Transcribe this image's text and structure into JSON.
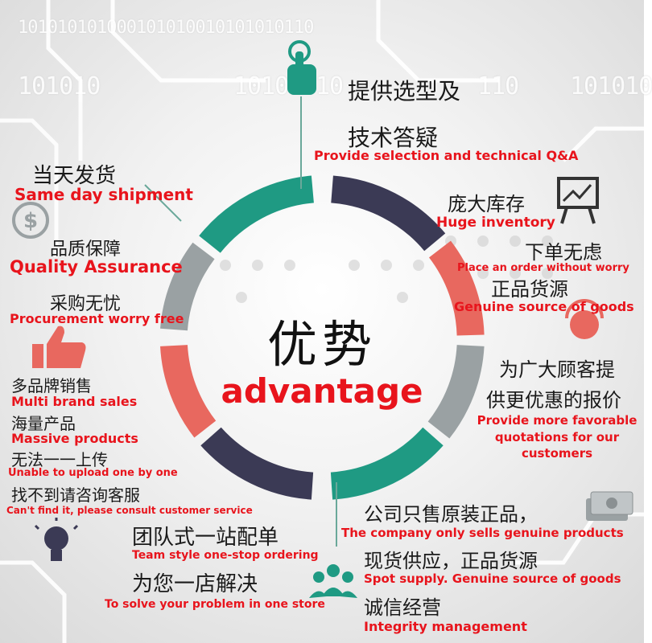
{
  "background_binary": {
    "top": "101010101000101010010101010110",
    "left": "101010",
    "mid": "10101",
    "mid2": "10",
    "right_mid": "110",
    "right": "101010"
  },
  "center": {
    "title_zh": "优势",
    "title_en": "advantage"
  },
  "points": {
    "selection_zh_1": "提供选型及",
    "selection_zh_2": "技术答疑",
    "selection_en": "Provide selection and technical Q&A",
    "inventory_zh": "庞大库存",
    "inventory_en": "Huge inventory",
    "order_zh": "下单无虑",
    "order_en": "Place an order without worry",
    "genuine_zh": "正品货源",
    "genuine_en": "Genuine source of goods",
    "quote_zh_1": "为广大顾客提",
    "quote_zh_2": "供更优惠的报价",
    "quote_en_1": "Provide more favorable",
    "quote_en_2": "quotations for our",
    "quote_en_3": "customers",
    "company_zh": "公司只售原装正品，",
    "company_en": "The company only sells genuine products",
    "spot_zh": "现货供应，正品货源",
    "spot_en": "Spot supply. Genuine source of goods",
    "integrity_zh": "诚信经营",
    "integrity_en": "Integrity management",
    "team_zh": "团队式一站配单",
    "team_en": "Team style one-stop ordering",
    "store_zh": "为您一店解决",
    "store_en": "To solve your problem in one store",
    "sameday_zh": "当天发货",
    "sameday_en": "Same day shipment",
    "quality_zh": "品质保障",
    "quality_en": "Quality Assurance",
    "procure_zh": "采购无忧",
    "procure_en": "Procurement worry free",
    "multibrand_zh": "多品牌销售",
    "multibrand_en": "Multi brand sales",
    "massive_zh": "海量产品",
    "massive_en": "Massive products",
    "upload_zh": "无法一一上传",
    "upload_en": "Unable to upload one by one",
    "consult_zh": "找不到请咨询客服",
    "consult_en": "Can't find it, please consult customer service"
  },
  "icons": [
    "pointer-hand-icon",
    "chart-board-icon",
    "headset-icon",
    "cash-icon",
    "dollar-icon",
    "thumbs-up-icon",
    "lightbulb-icon",
    "team-icon"
  ],
  "colors": {
    "teal": "#1f9a83",
    "navy": "#3b3a55",
    "salmon": "#e8685f",
    "gray": "#9aa1a3",
    "red": "#e8141c"
  }
}
